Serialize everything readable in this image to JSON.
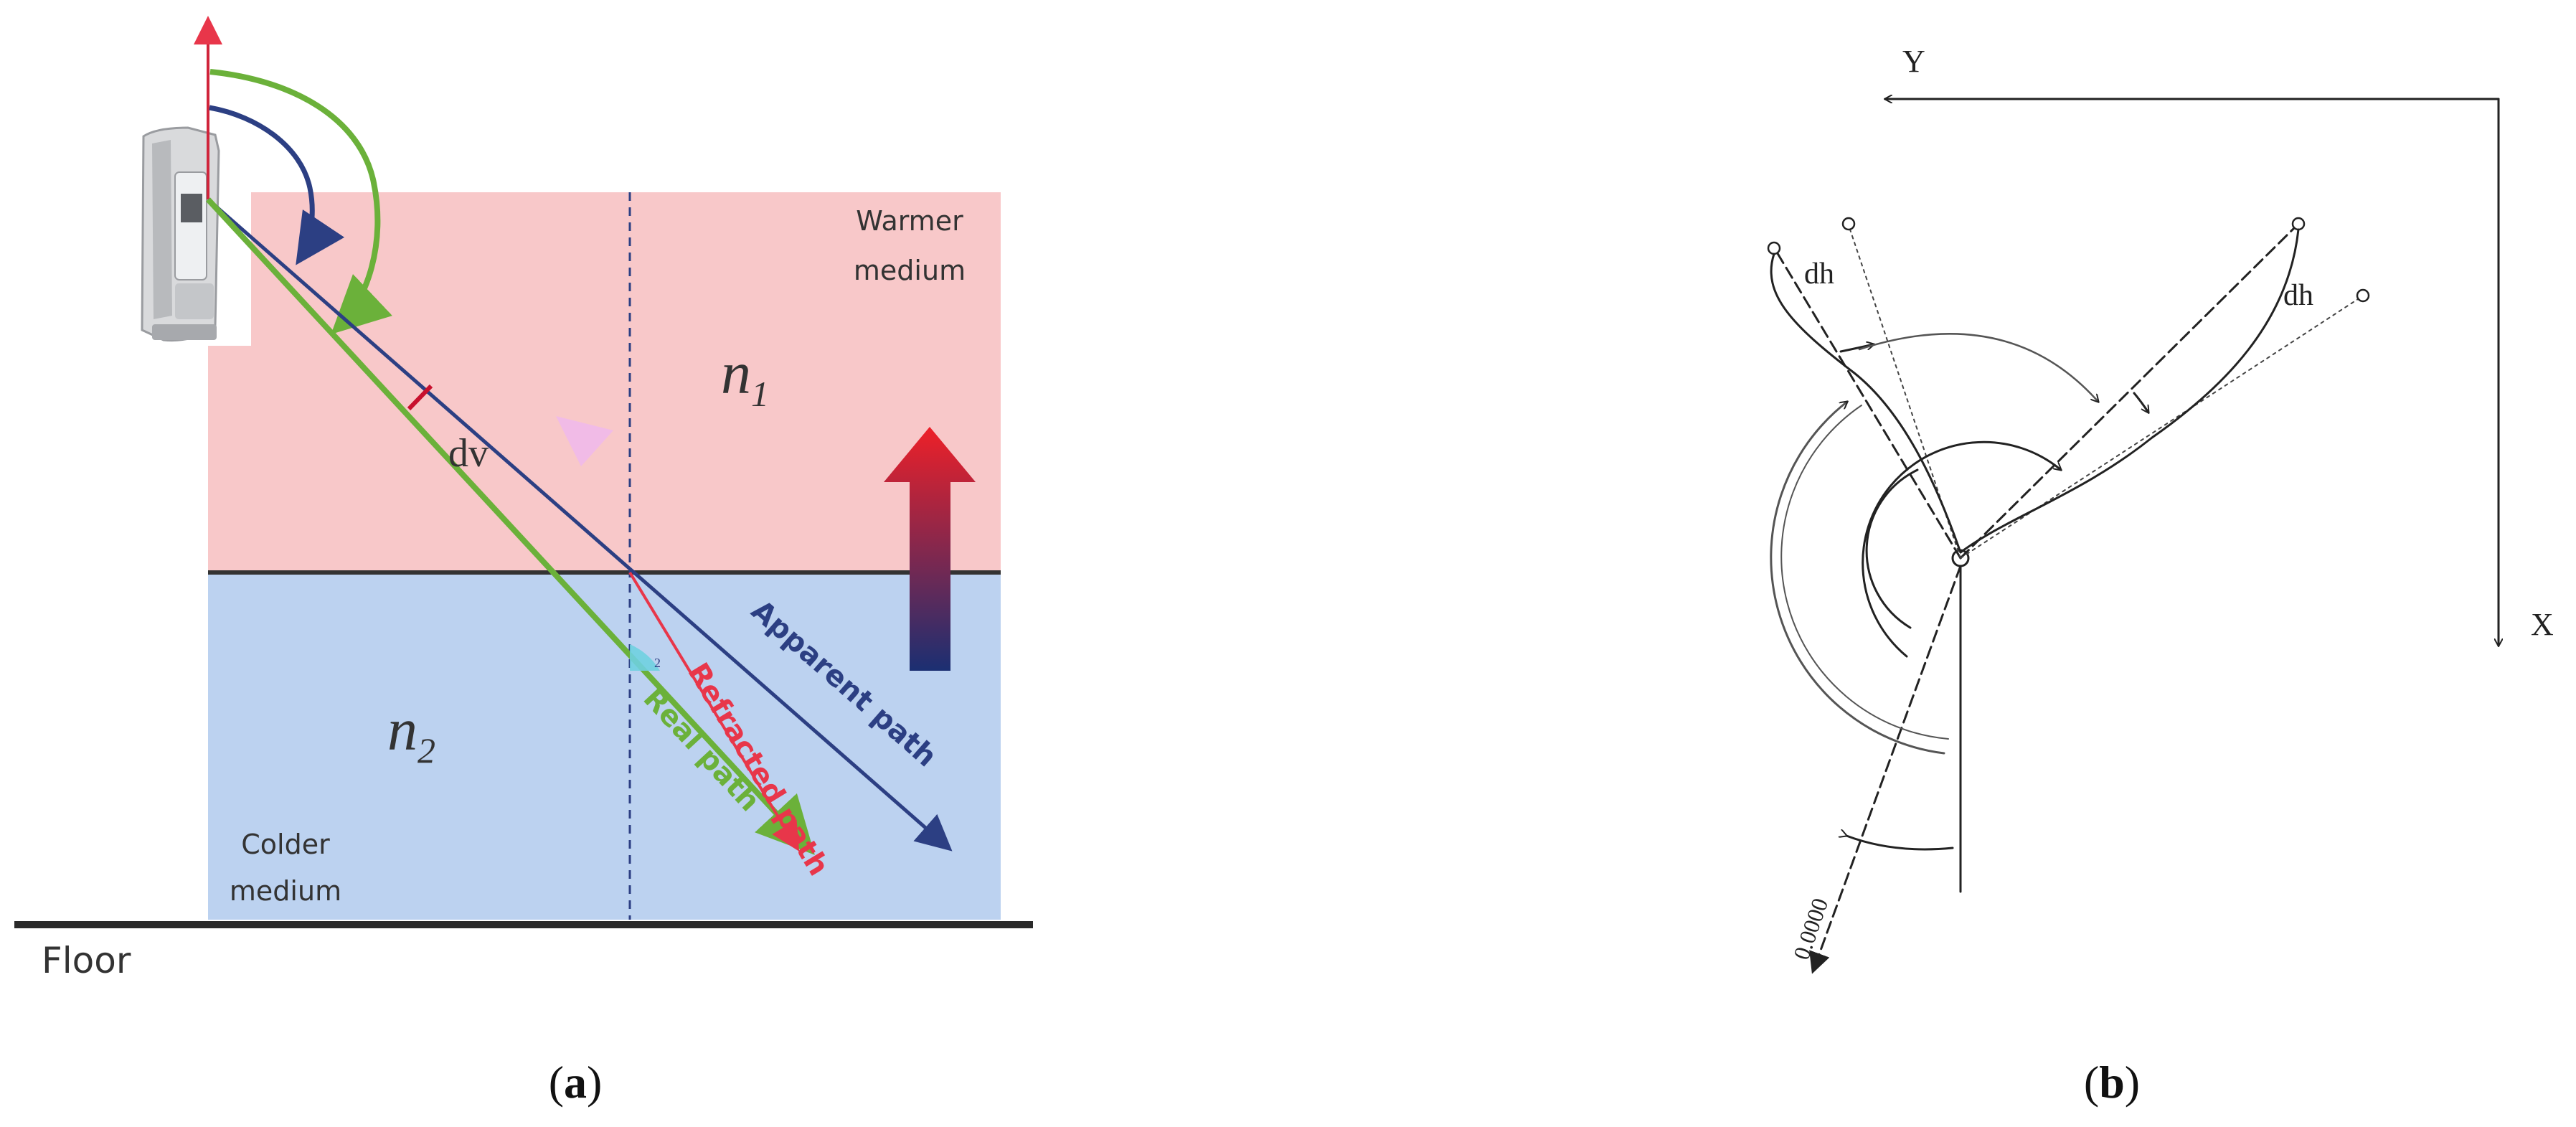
{
  "colors": {
    "warm_fill": "#f8c8c9",
    "cold_fill": "#bcd2f0",
    "apparent_path": "#2c3f83",
    "real_path": "#6bb13a",
    "refracted_path": "#e8364a",
    "arrow_top": "#ee2028",
    "arrow_bottom": "#1b2f72",
    "line": "#222222"
  },
  "panel_a": {
    "warm_label_line1": "Warmer",
    "warm_label_line2": "medium",
    "cold_label_line1": "Colder",
    "cold_label_line2": "medium",
    "floor_label": "Floor",
    "n1": "n",
    "n1_sub": "1",
    "n2": "n",
    "n2_sub": "2",
    "dv_label": "dv",
    "apparent_path_label": "Apparent path",
    "real_path_label": "Real path",
    "refracted_path_label": "Refracted path",
    "angle_mark": "2",
    "caption_open": "(",
    "caption_letter": "a",
    "caption_close": ")"
  },
  "panel_b": {
    "y_axis_label": "Y",
    "x_axis_label": "X",
    "dh_left": "dh",
    "dh_right": "dh",
    "zero_label": "0.0000",
    "caption_open": "(",
    "caption_letter": "b",
    "caption_close": ")"
  }
}
